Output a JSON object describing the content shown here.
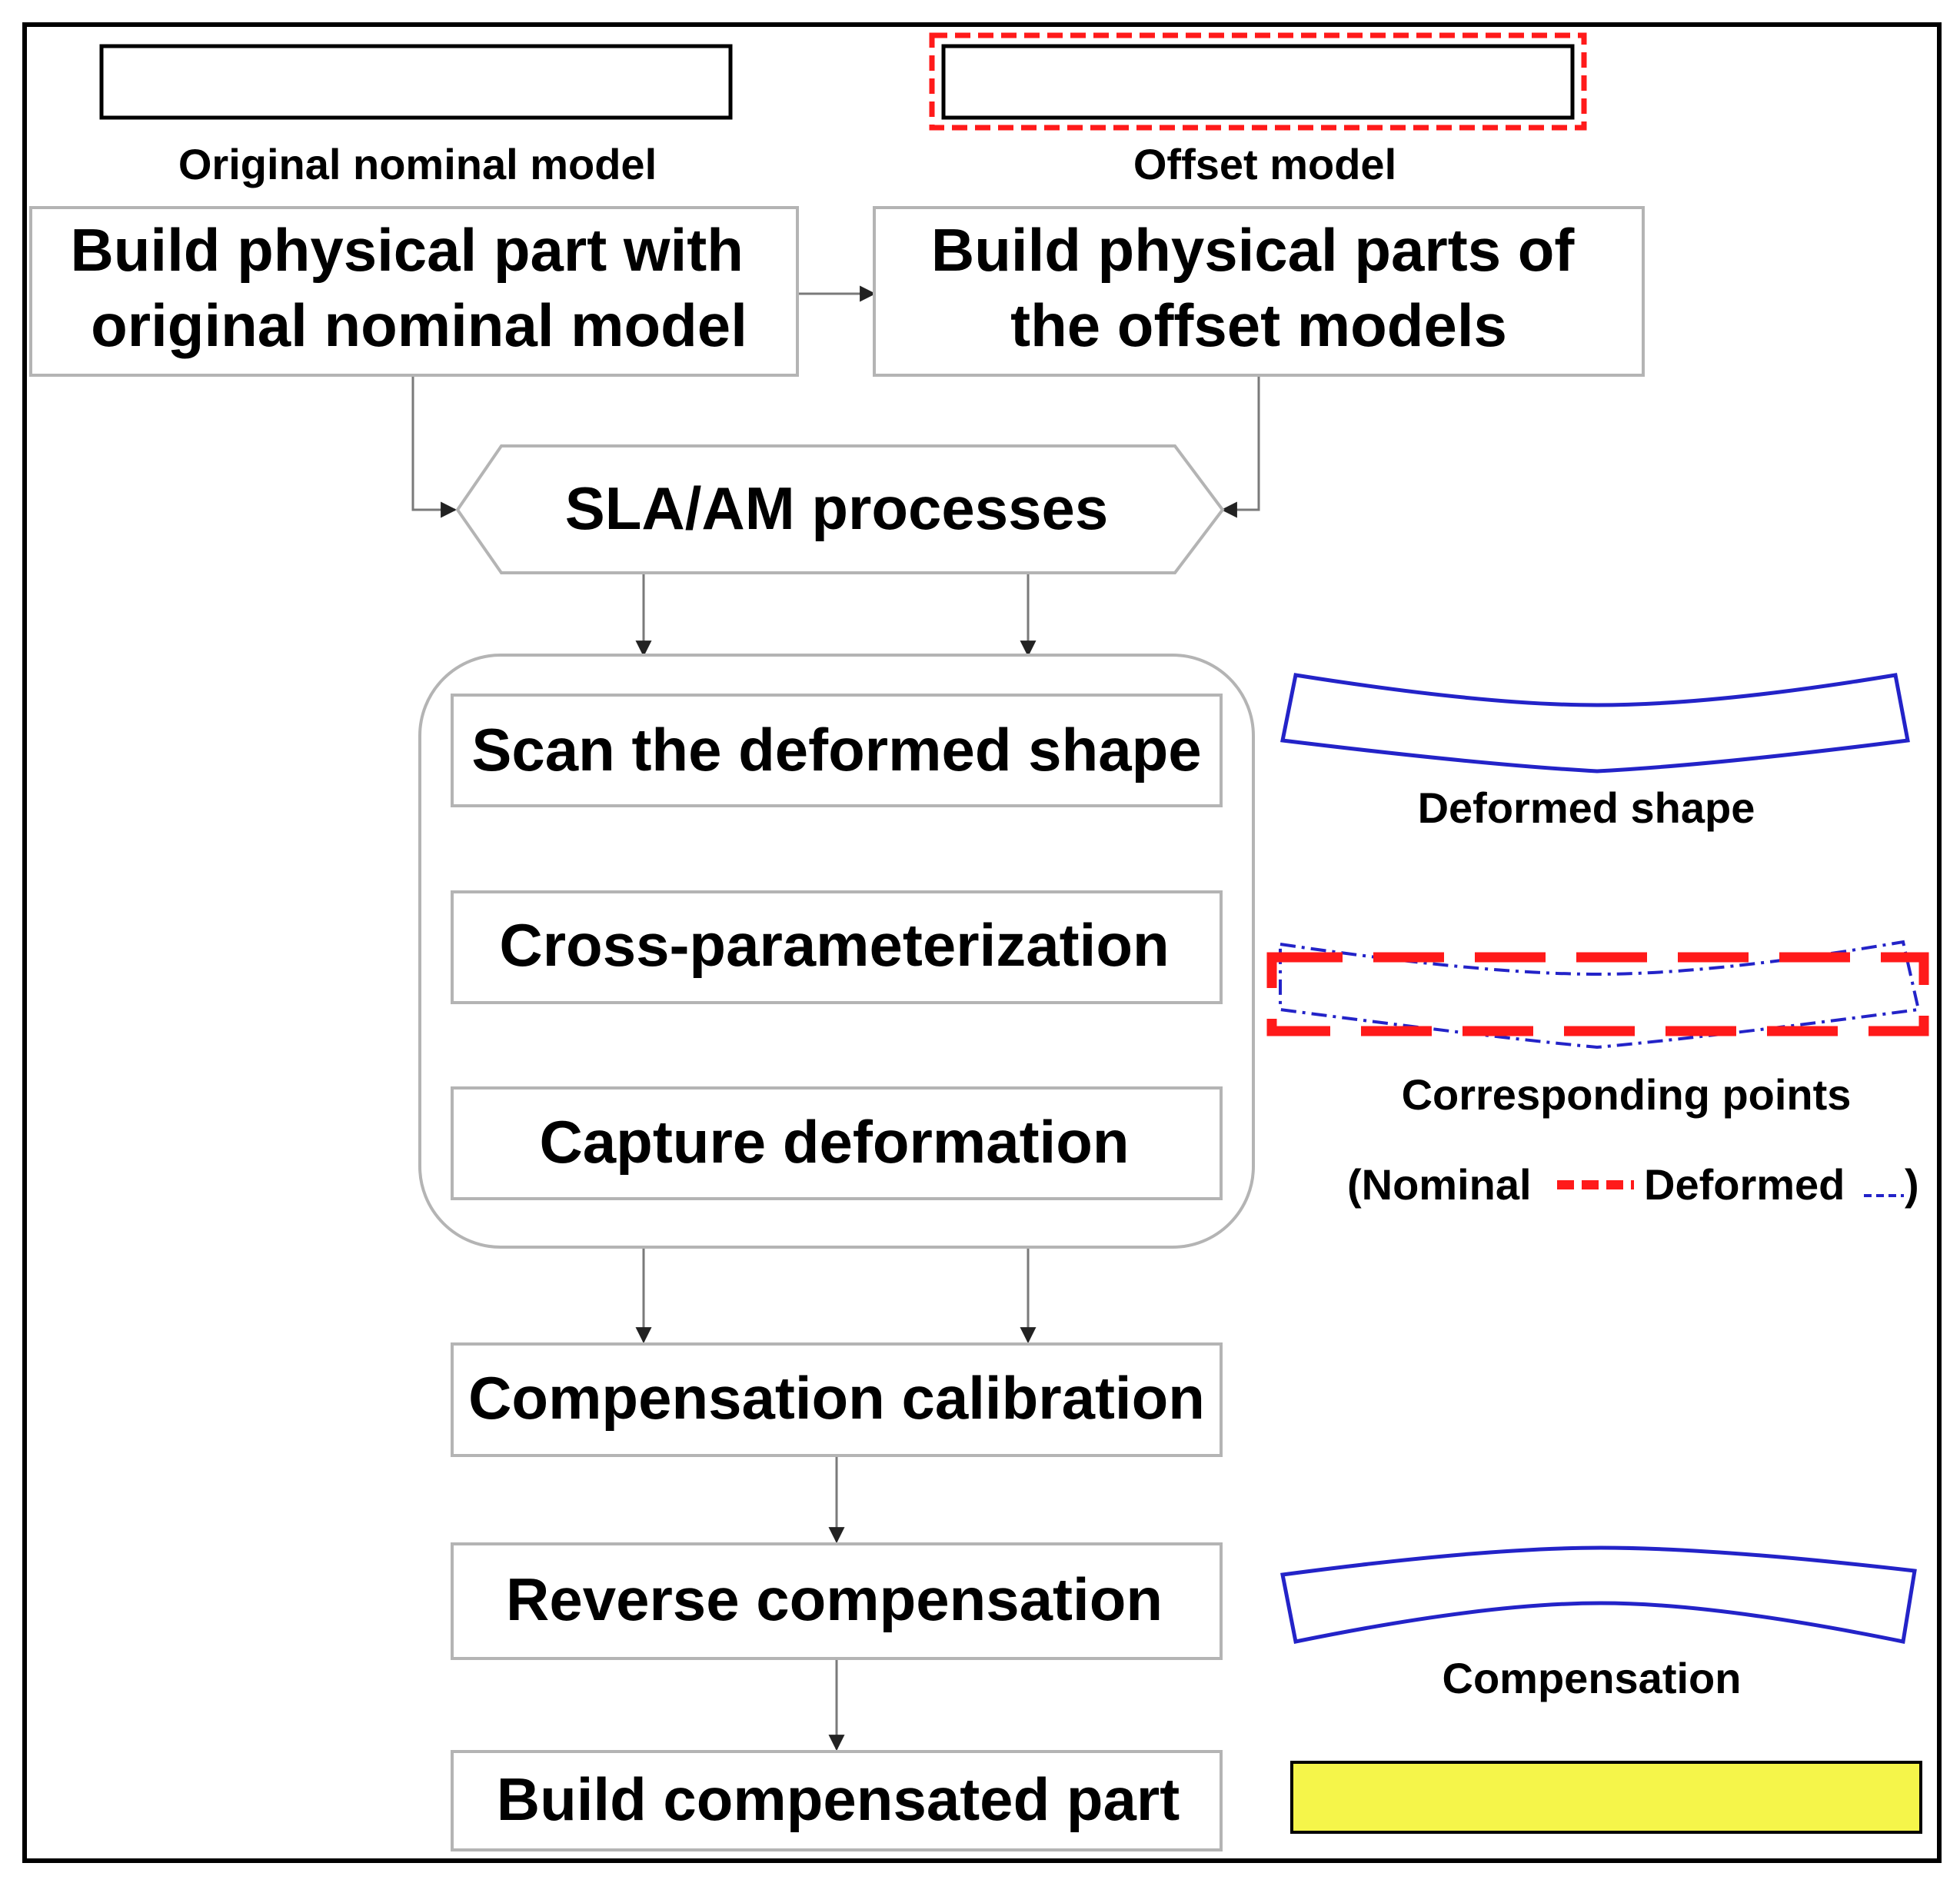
{
  "models": {
    "original_caption": "Original nominal model",
    "offset_caption": "Offset model"
  },
  "steps": {
    "build_original": [
      "Build physical part with",
      "original nominal model"
    ],
    "build_offset": [
      "Build physical parts of",
      "the offset models"
    ],
    "sla": "SLA/AM processes",
    "scan": "Scan the deformed shape",
    "cross": "Cross-parameterization",
    "capture": "Capture deformation",
    "calibration": "Compensation calibration",
    "reverse": "Reverse compensation",
    "build_compensated": "Build compensated part"
  },
  "side": {
    "deformed_caption": "Deformed shape",
    "corresponding_caption": "Corresponding points",
    "legend_open": "(Nominal",
    "legend_deformed": "Deformed",
    "legend_close": ")",
    "compensation_caption": "Compensation"
  },
  "colors": {
    "nominal_red": "#ff1a1a",
    "deformed_blue": "#2323c8",
    "compensated_fill": "#f5f54a",
    "box_border": "#b4b4b4",
    "connector": "#7a7a7a"
  }
}
